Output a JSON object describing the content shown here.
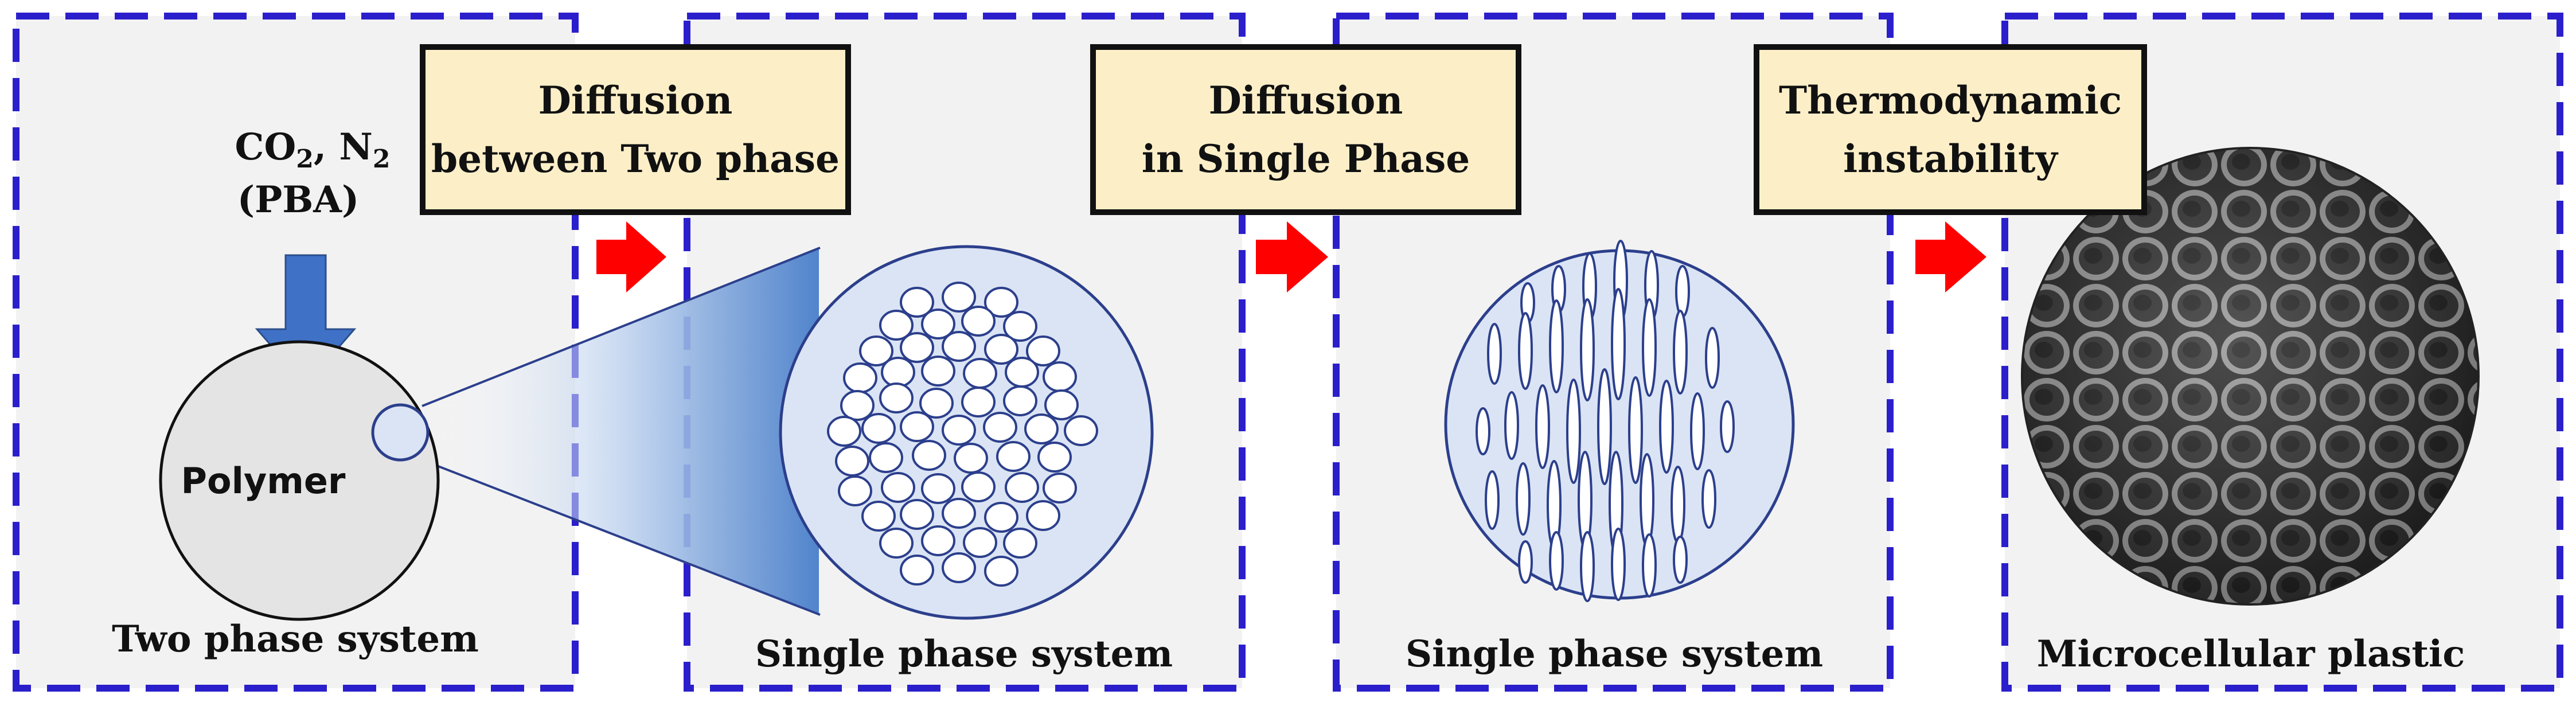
{
  "input": {
    "gases_main": "CO",
    "gases_sub1": "2",
    "gases_sep": ", N",
    "gases_sub2": "2",
    "additive": "(PBA)"
  },
  "polymer_label": "Polymer",
  "panels": [
    {
      "caption": "Two phase system"
    },
    {
      "caption": "Single phase system"
    },
    {
      "caption": "Single phase system"
    },
    {
      "caption": "Microcellular plastic"
    }
  ],
  "steps": [
    {
      "line1": "Diffusion",
      "line2": "between Two phase"
    },
    {
      "line1": "Diffusion",
      "line2": "in Single Phase"
    },
    {
      "line1": "Thermodynamic",
      "line2": "instability"
    }
  ],
  "colors": {
    "border": "#2b1fcc",
    "step_fill": "#fcefc8",
    "arrow": "#ff0000",
    "input_arrow": "#3f71c7",
    "circle_fill": "#dbe4f4",
    "polymer_fill": "#e4e4e4",
    "panel_fill": "#f2f2f2"
  }
}
